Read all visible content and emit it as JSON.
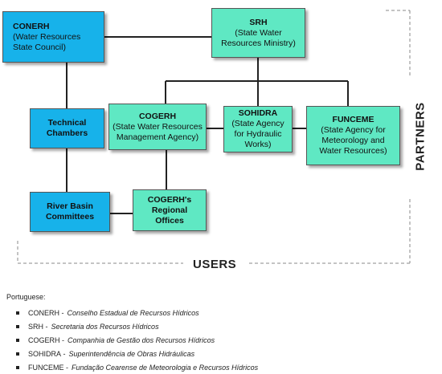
{
  "nodes": {
    "conerh": {
      "abbr": "CONERH",
      "desc": "(Water Resources State Council)"
    },
    "srh": {
      "abbr": "SRH",
      "desc": "(State Water Resources Ministry)"
    },
    "cogerh": {
      "abbr": "COGERH",
      "desc": "(State Water Resources Management Agency)"
    },
    "sohidra": {
      "abbr": "SOHIDRA",
      "desc": "(State Agency for Hydraulic Works)"
    },
    "funceme": {
      "abbr": "FUNCEME",
      "desc": "(State Agency for Meteorology and Water Resources)"
    },
    "technical": {
      "label": "Technical Chambers"
    },
    "river": {
      "label": "River Basin Committees"
    },
    "regional": {
      "label": "COGERH's Regional Offices"
    }
  },
  "labels": {
    "partners": "PARTNERS",
    "users": "USERS"
  },
  "legend": {
    "heading": "Portuguese:",
    "items": [
      {
        "abbr": "CONERH",
        "def": "Conselho Estadual de Recursos Hídricos"
      },
      {
        "abbr": "SRH",
        "def": "Secretaria dos Recursos Hídricos"
      },
      {
        "abbr": "COGERH",
        "def": "Companhia de Gestão dos Recursos Hídricos"
      },
      {
        "abbr": "SOHIDRA",
        "def": "Superintendência de Obras Hidráulicas"
      },
      {
        "abbr": "FUNCEME",
        "def": "Fundação Cearense de Meteorologia e Recursos Hídricos"
      }
    ]
  },
  "colors": {
    "blue_box": "#17b2ea",
    "green_box": "#5fe8c3",
    "lines": "#222222",
    "dashed": "#888888"
  }
}
